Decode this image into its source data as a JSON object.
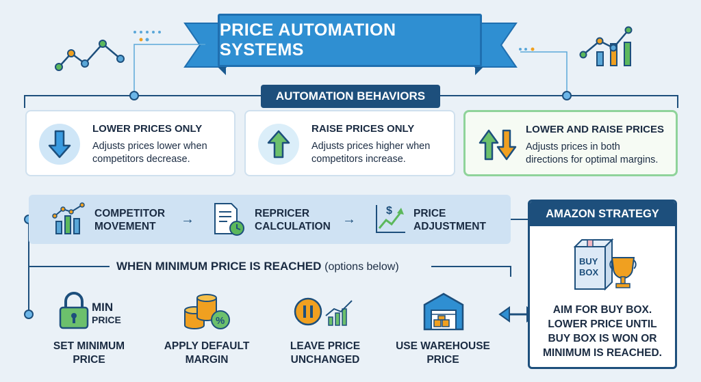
{
  "title": "PRICE AUTOMATION SYSTEMS",
  "behaviors": {
    "header": "AUTOMATION BEHAVIORS",
    "cards": [
      {
        "title": "LOWER PRICES ONLY",
        "desc_line1": "Adjusts prices lower when",
        "desc_line2": "competitors decrease.",
        "icon": "arrow-down-icon"
      },
      {
        "title": "RAISE PRICES ONLY",
        "desc_line1": "Adjusts prices higher when",
        "desc_line2": "competitors increase.",
        "icon": "arrow-up-icon"
      },
      {
        "title": "LOWER AND RAISE PRICES",
        "desc_line1": "Adjusts prices in both",
        "desc_line2": "directions for optimal margins.",
        "icon": "arrows-up-down-icon"
      }
    ]
  },
  "flow": {
    "steps": [
      {
        "line1": "COMPETITOR",
        "line2": "MOVEMENT",
        "icon": "bar-chart-icon"
      },
      {
        "line1": "REPRICER",
        "line2": "CALCULATION",
        "icon": "document-clock-icon"
      },
      {
        "line1": "PRICE",
        "line2": "ADJUSTMENT",
        "icon": "price-trend-icon"
      }
    ]
  },
  "minimum": {
    "header": "WHEN MINIMUM PRICE IS REACHED",
    "header_sub": "(options below)",
    "lock_label_line1": "MIN",
    "lock_label_line2": "PRICE",
    "options": [
      {
        "line1": "SET MINIMUM",
        "line2": "PRICE",
        "icon": "lock-icon"
      },
      {
        "line1": "APPLY DEFAULT",
        "line2": "MARGIN",
        "icon": "coins-percent-icon"
      },
      {
        "line1": "LEAVE PRICE",
        "line2": "UNCHANGED",
        "icon": "pause-chart-icon"
      },
      {
        "line1": "USE WAREHOUSE",
        "line2": "PRICE",
        "icon": "warehouse-icon"
      }
    ]
  },
  "amazon": {
    "header": "AMAZON STRATEGY",
    "box_label_line1": "BUY",
    "box_label_line2": "BOX",
    "text_lines": [
      "AIM FOR BUY BOX.",
      "LOWER PRICE UNTIL",
      "BUY BOX IS WON OR",
      "MINIMUM IS REACHED."
    ]
  },
  "colors": {
    "navy": "#1d4f7c",
    "blue": "#2f8fd2",
    "green": "#5cb85c",
    "orange": "#f0a020",
    "background": "#eaf1f7"
  }
}
